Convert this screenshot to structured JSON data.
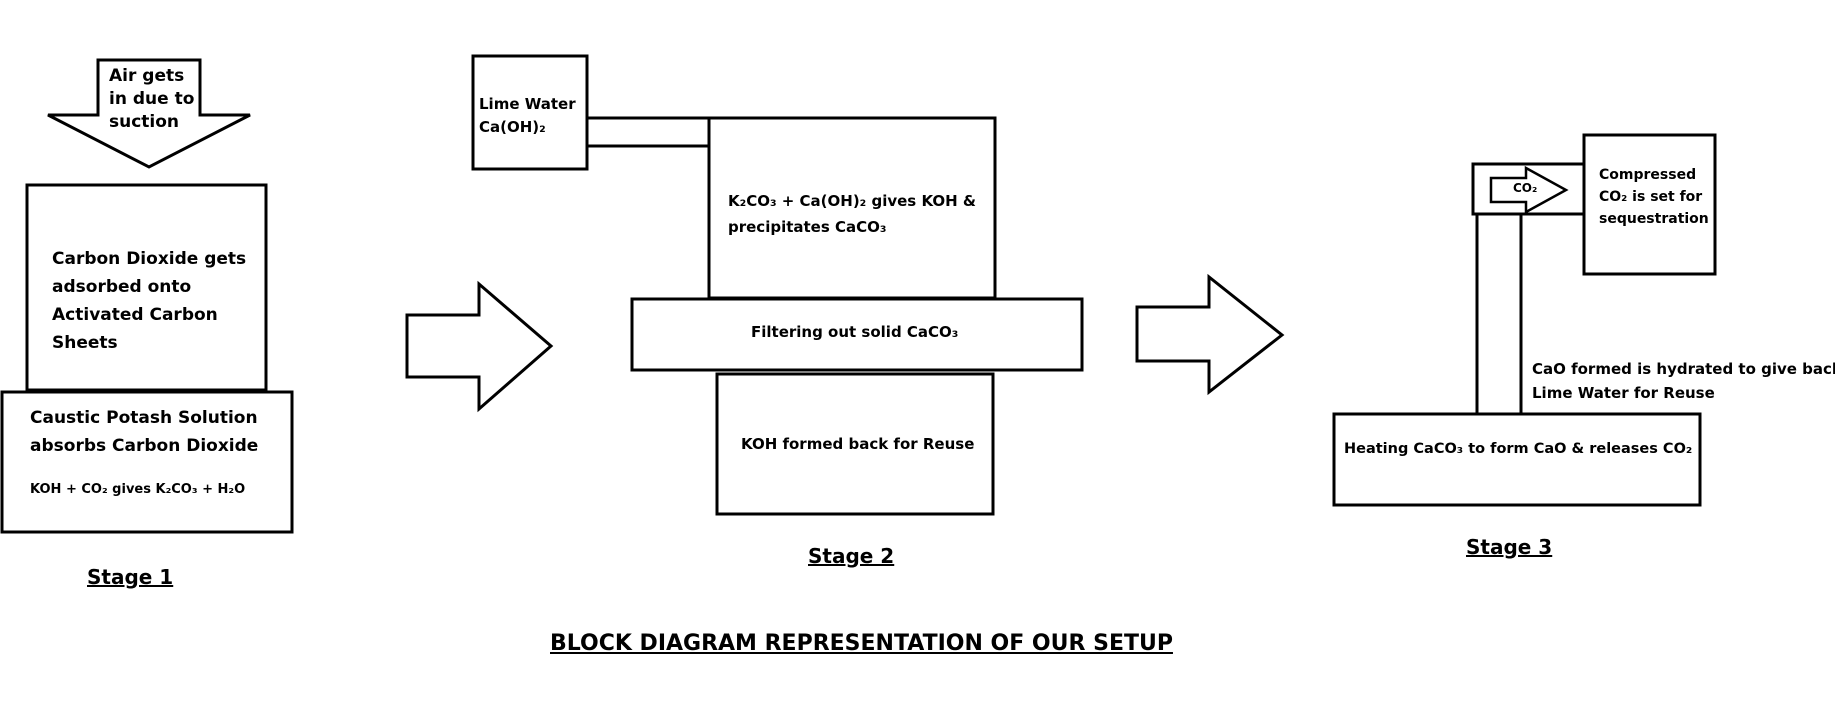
{
  "stage1": {
    "arrow_line1": "Air gets",
    "arrow_line2": "in due to",
    "arrow_line3": "suction",
    "adsorb_line1": "Carbon Dioxide gets",
    "adsorb_line2": "adsorbed onto",
    "adsorb_line3": "Activated Carbon",
    "adsorb_line4": "Sheets",
    "potash_line1": "Caustic Potash Solution",
    "potash_line2": "absorbs Carbon Dioxide",
    "reaction": "KOH + CO₂ gives K₂CO₃ + H₂O",
    "label": "Stage 1"
  },
  "stage2": {
    "lime_line1": "Lime Water",
    "lime_line2": "Ca(OH)₂",
    "reaction_line1": "K₂CO₃ + Ca(OH)₂ gives KOH &",
    "reaction_line2": "precipitates CaCO₃",
    "filter": "Filtering out solid CaCO₃",
    "koh": "KOH formed back for Reuse",
    "label": "Stage 2"
  },
  "stage3": {
    "co2_arrow": "CO₂",
    "compressed_line1": "Compressed",
    "compressed_line2": "CO₂ is set for",
    "compressed_line3": "sequestration",
    "cao_line1": "CaO formed is hydrated to give back",
    "cao_line2": "Lime Water for Reuse",
    "heating": "Heating CaCO₃ to form CaO & releases CO₂",
    "label": "Stage 3"
  },
  "title": "BLOCK DIAGRAM REPRESENTATION OF OUR SETUP"
}
